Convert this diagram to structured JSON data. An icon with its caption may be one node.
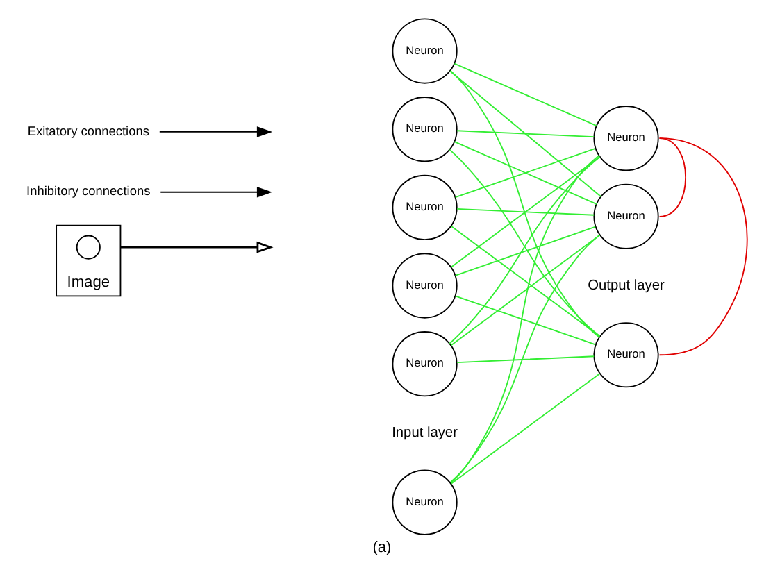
{
  "diagram": {
    "caption": "(a)",
    "nodes": [
      {
        "text": [
          "Image"
        ]
      },
      {
        "text": [],
        "shape": "person",
        "in": 0
      },
      {
        "text": [
          "Neuron"
        ]
      },
      {
        "text": [
          "Neuron"
        ]
      },
      {
        "text": [
          "Neuron"
        ]
      },
      {
        "text": [
          "Neuron"
        ]
      },
      {
        "text": [
          "Neuron"
        ]
      },
      {
        "text": [
          "Neuron"
        ]
      },
      {
        "text": [
          "Neuron"
        ]
      },
      {
        "text": [
          "Neuron"
        ]
      },
      {
        "text": [
          "Neuron"
        ]
      },
      {
        "text": [
          "Inhibitory connections"
        ]
      },
      {
        "text": [
          "Exitatory connections"
        ]
      }
    ],
    "edges": [
      {
        "from": 0,
        "to": null,
        "arrow": "to",
        "color": "#000000"
      },
      {
        "from": 2,
        "to": 8,
        "arrow": "none"
      },
      {
        "from": 2,
        "to": 9,
        "arrow": "none"
      },
      {
        "from": 2,
        "to": 10,
        "arrow": "none"
      },
      {
        "from": 3,
        "to": 8,
        "arrow": "none"
      },
      {
        "from": 3,
        "to": 9,
        "arrow": "none"
      },
      {
        "from": 3,
        "to": 10,
        "arrow": "none"
      },
      {
        "from": 4,
        "to": 8,
        "arrow": "none"
      },
      {
        "from": 4,
        "to": 9,
        "arrow": "none"
      },
      {
        "from": 4,
        "to": 10,
        "arrow": "none"
      },
      {
        "from": 5,
        "to": 8,
        "arrow": "none"
      },
      {
        "from": 5,
        "to": 9,
        "arrow": "none"
      },
      {
        "from": 5,
        "to": 10,
        "arrow": "none"
      },
      {
        "from": 6,
        "to": 8,
        "arrow": "none"
      },
      {
        "from": 6,
        "to": 9,
        "arrow": "none"
      },
      {
        "from": 6,
        "to": 10,
        "arrow": "none"
      },
      {
        "from": 7,
        "to": 8,
        "arrow": "none"
      },
      {
        "from": 7,
        "to": 9,
        "arrow": "none"
      },
      {
        "from": 7,
        "to": 10,
        "arrow": "none"
      },
      {
        "from": 8,
        "to": 9,
        "arrow": "none",
        "color": "#e00000"
      },
      {
        "from": 9,
        "to": 10,
        "arrow": "none",
        "color": "#e00000"
      },
      {
        "from": 11,
        "to": null,
        "arrow": "to",
        "color": "#000000"
      },
      {
        "from": 12,
        "to": null,
        "arrow": "to",
        "color": "#000000"
      }
    ],
    "labels": [
      "Input layer",
      "Output layer"
    ]
  }
}
